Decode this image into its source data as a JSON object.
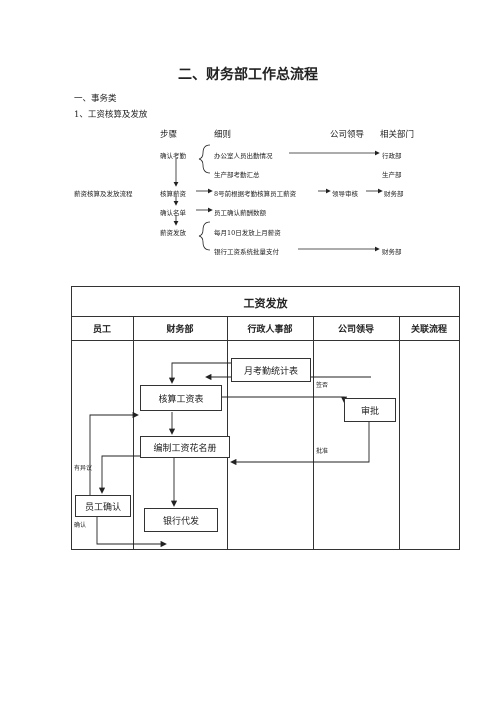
{
  "title": "二、财务部工作总流程",
  "section1": "一、事务类",
  "subsection1": "1、工资核算及发放",
  "overview": {
    "headers": {
      "step": "步骤",
      "detail": "细则",
      "leader": "公司领导",
      "dept": "相关部门"
    },
    "rows": [
      {
        "step": "确认考勤",
        "detail": "办公室人员出勤情况",
        "dept": "行政部"
      },
      {
        "step": "",
        "detail": "生产部考勤汇总",
        "dept": "生产部"
      },
      {
        "process": "薪资核算及发放流程",
        "step": "核算薪资",
        "detail": "8号前根据考勤核算员工薪资",
        "leader": "领导审核",
        "dept": "财务部"
      },
      {
        "step": "确认名单",
        "detail": "员工确认薪酬数额"
      },
      {
        "step": "薪资发放",
        "detail": "每月10日发放上月薪资"
      },
      {
        "step": "",
        "detail": "银行工资系统批量支付",
        "dept": "财务部"
      }
    ]
  },
  "flowchart": {
    "title": "工资发放",
    "columns": [
      "员工",
      "财务部",
      "行政人事部",
      "公司领导",
      "关联流程"
    ],
    "boxes": {
      "attendance": "月考勤统计表",
      "calc": "核算工资表",
      "approve": "审批",
      "roster": "编制工资花名册",
      "confirm": "员工确认",
      "bank": "银行代发"
    },
    "labels": {
      "sign": "签否",
      "approved": "批准",
      "objection": "有异议",
      "confirmed": "确认"
    }
  }
}
